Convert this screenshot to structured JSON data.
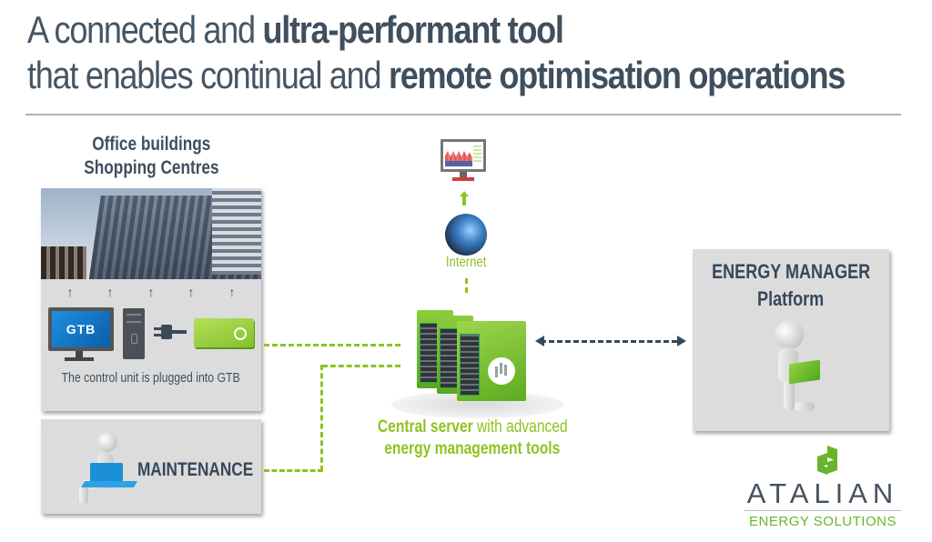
{
  "header": {
    "line1_regular": "A connected and ",
    "line1_bold": "ultra-performant tool",
    "line2_regular": "that enables continual and ",
    "line2_bold": "remote optimisation operations"
  },
  "site": {
    "label_line1": "Office buildings",
    "label_line2": "Shopping Centres",
    "monitor_text": "GTB",
    "caption": "The control unit is plugged into GTB",
    "arrow_count": 5
  },
  "maintenance": {
    "label": "MAINTENANCE"
  },
  "internet": {
    "label": "Internet"
  },
  "server": {
    "caption_bold": "Central server",
    "caption_rest": " with advanced",
    "caption_line2": "energy management tools"
  },
  "energy_manager": {
    "title_line1": "ENERGY MANAGER",
    "title_line2": "Platform"
  },
  "brand": {
    "name": "ATALIAN",
    "subtitle": "ENERGY SOLUTIONS"
  },
  "colors": {
    "accent_green": "#8ec31f",
    "title_slate": "#455564",
    "connector_dark": "#34495c",
    "panel_gray": "#dcdcdc"
  }
}
